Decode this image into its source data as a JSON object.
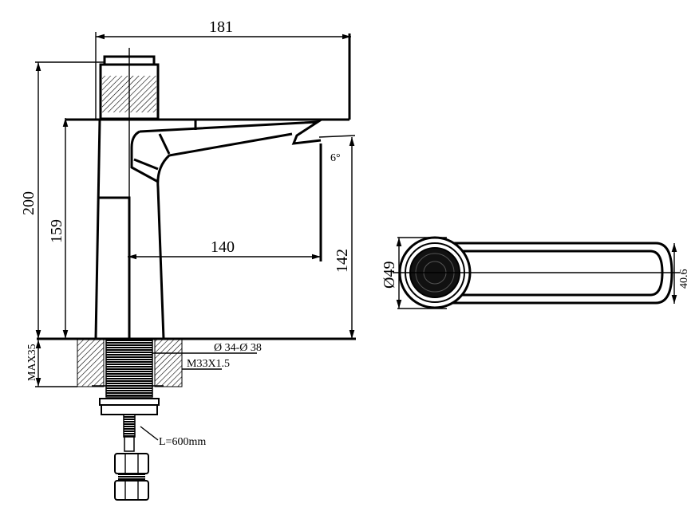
{
  "drawing": {
    "dimensions": {
      "width_total": "181",
      "height_total": "200",
      "height_spout": "159",
      "reach": "140",
      "spout_clearance": "142",
      "angle": "6°",
      "deck_max": "MAX35",
      "hole_diameter": "Ø 34-Ø 38",
      "thread": "M33X1.5",
      "hose_length": "L=600mm",
      "top_diameter": "Ø49",
      "top_width": "40.6"
    }
  }
}
